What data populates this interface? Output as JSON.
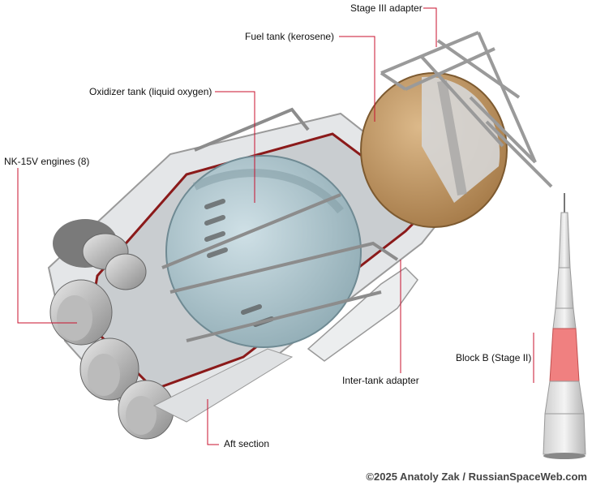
{
  "labels": {
    "stage3_adapter": "Stage III adapter",
    "fuel_tank": "Fuel tank (kerosene)",
    "oxidizer_tank": "Oxidizer tank (liquid oxygen)",
    "engines": "NK-15V engines (8)",
    "intertank_adapter": "Inter-tank adapter",
    "aft_section": "Aft section",
    "block_b": "Block B (Stage II)"
  },
  "credit": "©2025 Anatoly Zak / RussianSpaceWeb.com",
  "colors": {
    "leader_line": "#c8102e",
    "oxidizer_tank": "#a9c3cc",
    "fuel_tank": "#c9a070",
    "structure": "#d9dbdd",
    "highlight": "#f08080"
  }
}
